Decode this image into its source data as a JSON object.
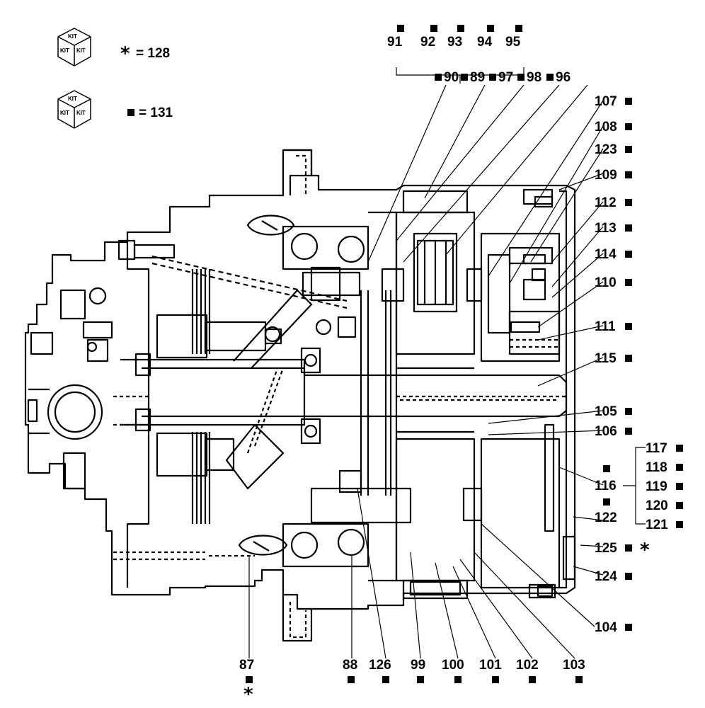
{
  "legend": {
    "kit_text": "KIT",
    "star_symbol": "*",
    "square_symbol": "■",
    "star_value": "= 128",
    "square_value": "= 131"
  },
  "callouts": {
    "c87": "87",
    "c88": "88",
    "c89": "89",
    "c90": "90",
    "c91": "91",
    "c92": "92",
    "c93": "93",
    "c94": "94",
    "c95": "95",
    "c96": "96",
    "c97": "97",
    "c98": "98",
    "c99": "99",
    "c100": "100",
    "c101": "101",
    "c102": "102",
    "c103": "103",
    "c104": "104",
    "c105": "105",
    "c106": "106",
    "c107": "107",
    "c108": "108",
    "c109": "109",
    "c110": "110",
    "c111": "111",
    "c112": "112",
    "c113": "113",
    "c114": "114",
    "c115": "115",
    "c116": "116",
    "c117": "117",
    "c118": "118",
    "c119": "119",
    "c120": "120",
    "c121": "121",
    "c122": "122",
    "c123": "123",
    "c124": "124",
    "c125": "125",
    "c126": "126"
  }
}
